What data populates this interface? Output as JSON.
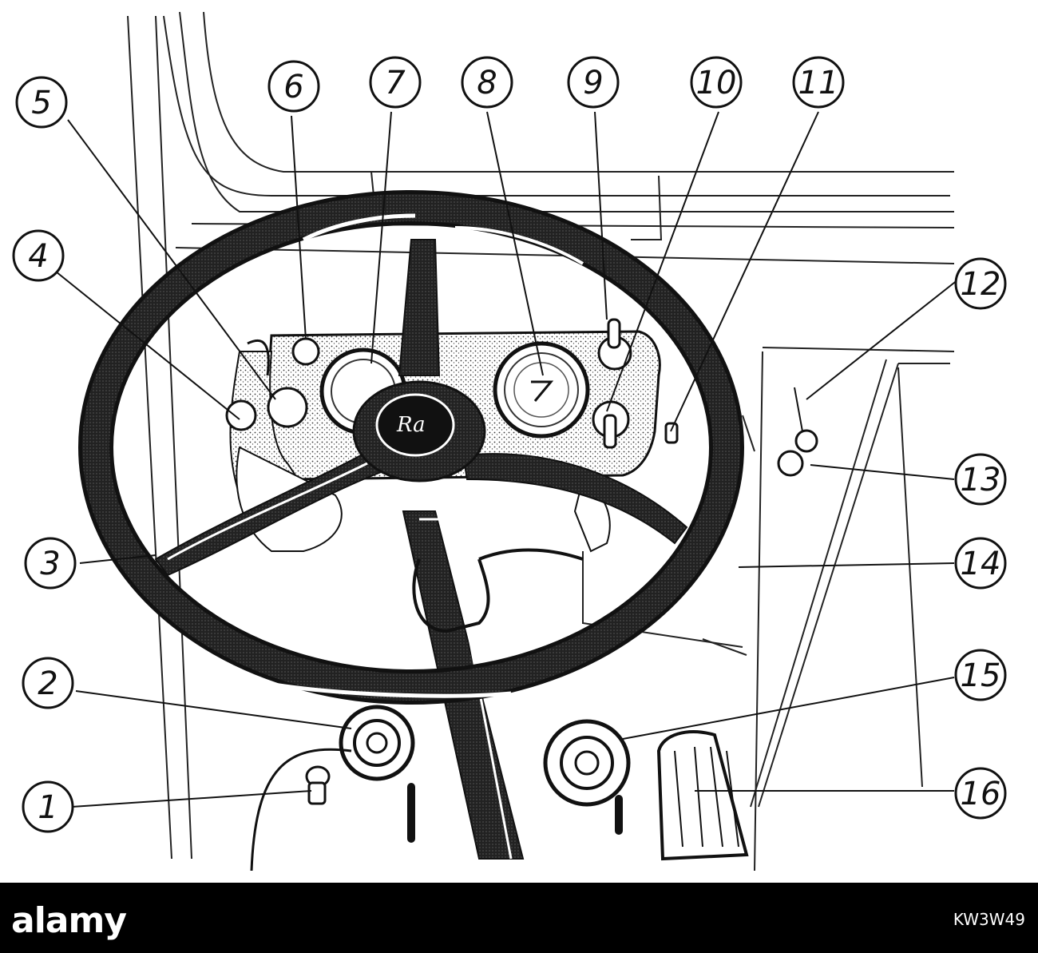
{
  "diagram": {
    "callouts": [
      {
        "id": 1,
        "label": "1"
      },
      {
        "id": 2,
        "label": "2"
      },
      {
        "id": 3,
        "label": "3"
      },
      {
        "id": 4,
        "label": "4"
      },
      {
        "id": 5,
        "label": "5"
      },
      {
        "id": 6,
        "label": "6"
      },
      {
        "id": 7,
        "label": "7"
      },
      {
        "id": 8,
        "label": "8"
      },
      {
        "id": 9,
        "label": "9"
      },
      {
        "id": 10,
        "label": "10"
      },
      {
        "id": 11,
        "label": "11"
      },
      {
        "id": 12,
        "label": "12"
      },
      {
        "id": 13,
        "label": "13"
      },
      {
        "id": 14,
        "label": "14"
      },
      {
        "id": 15,
        "label": "15"
      },
      {
        "id": 16,
        "label": "16"
      }
    ]
  },
  "footer": {
    "brand": "alamy",
    "stock_id": "KW3W49"
  },
  "colors": {
    "ink": "#111111",
    "paper": "#ffffff",
    "footer_bg": "#000000"
  }
}
